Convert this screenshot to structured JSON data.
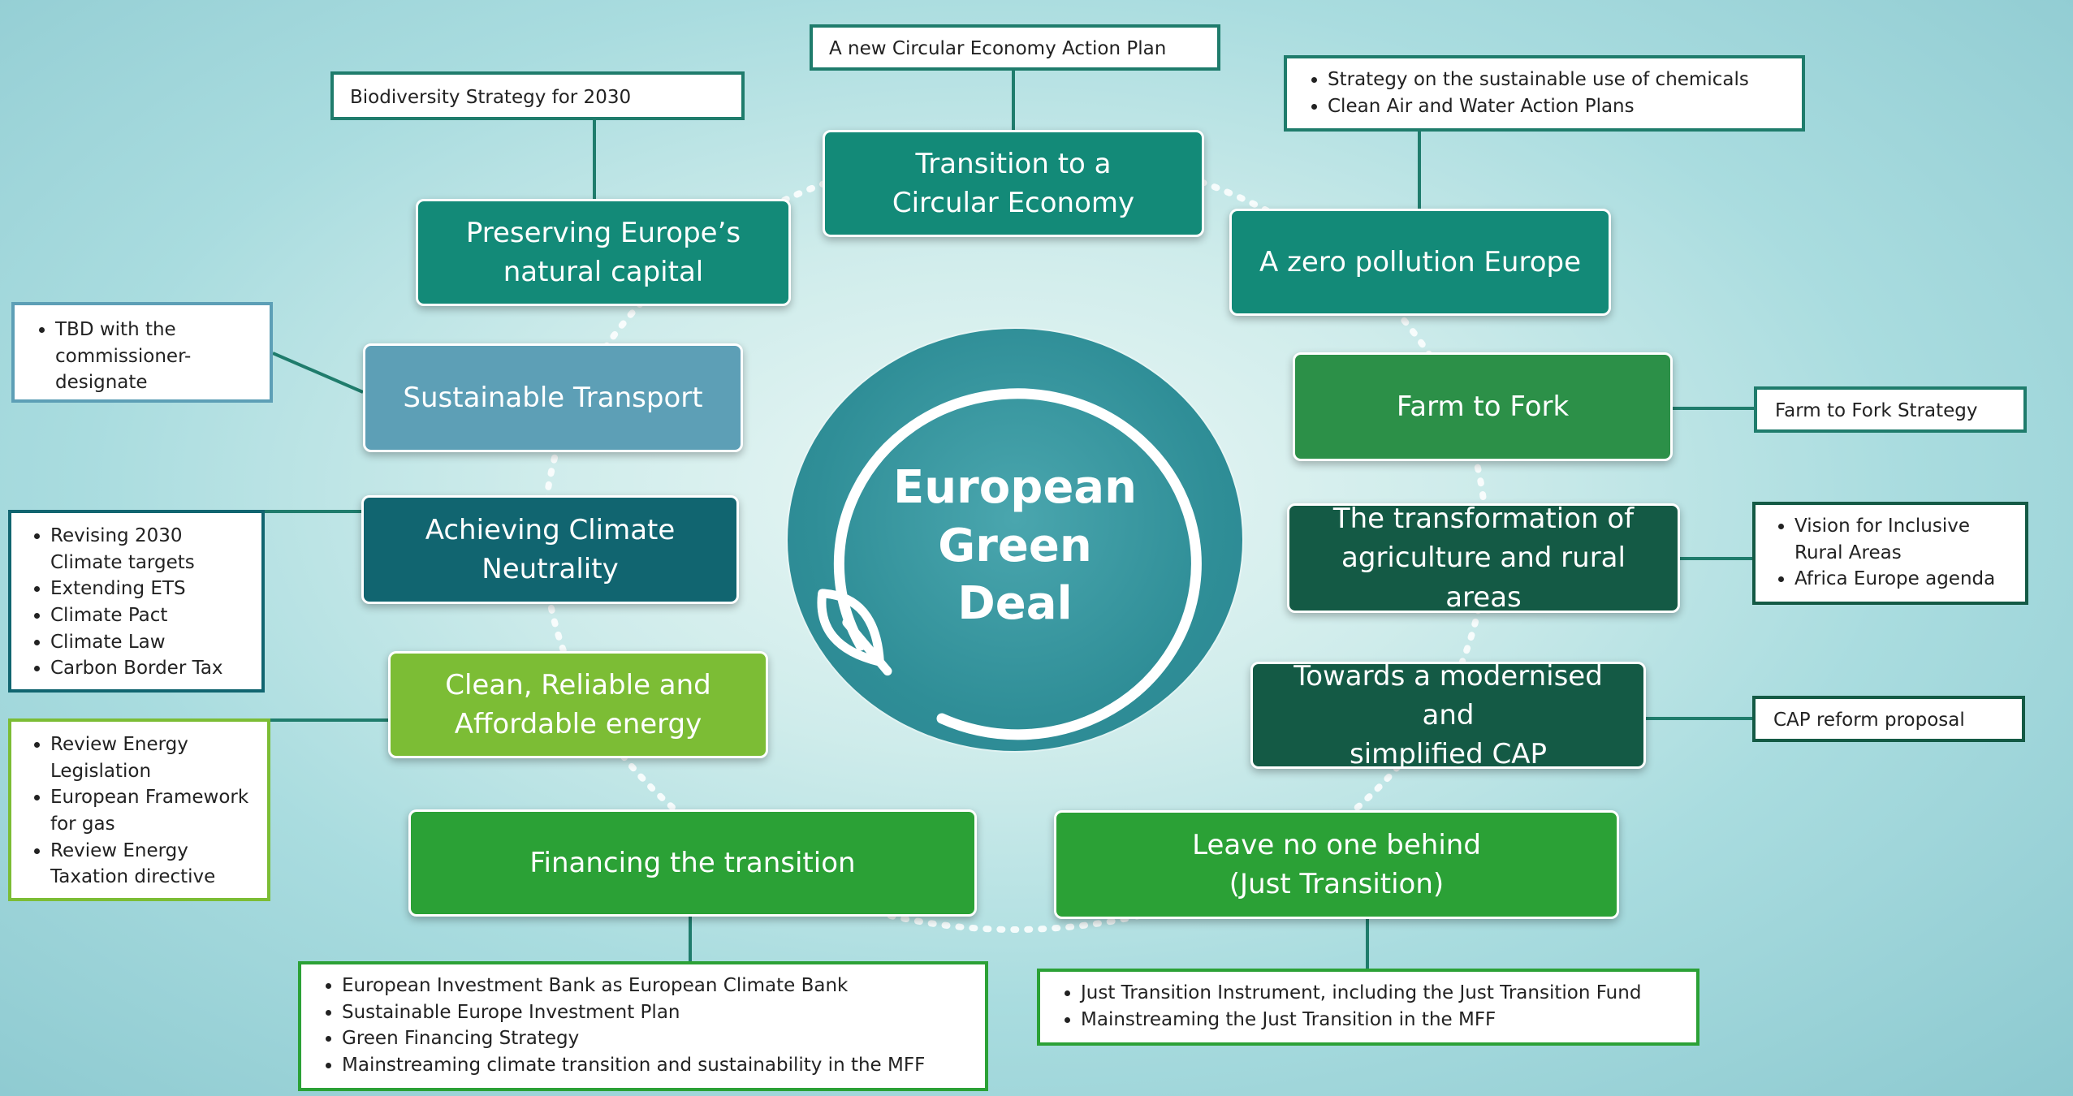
{
  "center": {
    "title_lines": [
      "European",
      "Green",
      "Deal"
    ]
  },
  "themes": {
    "circular_economy": [
      "Transition to a",
      "Circular Economy"
    ],
    "natural_capital": [
      "Preserving Europe’s",
      "natural capital"
    ],
    "zero_pollution": [
      "A zero pollution Europe"
    ],
    "sustainable_transport": [
      "Sustainable Transport"
    ],
    "farm_to_fork": [
      "Farm to Fork"
    ],
    "climate_neutrality": [
      "Achieving Climate",
      "Neutrality"
    ],
    "agriculture": [
      "The transformation of",
      "agriculture and rural areas"
    ],
    "energy": [
      "Clean, Reliable and",
      "Affordable energy"
    ],
    "cap": [
      "Towards a modernised and",
      "simplified CAP"
    ],
    "financing": [
      "Financing the transition"
    ],
    "just_transition": [
      "Leave no one behind",
      "(Just Transition)"
    ]
  },
  "notes": {
    "circular_economy": "A new Circular Economy Action Plan",
    "biodiversity": "Biodiversity Strategy for 2030",
    "zero_pollution": [
      "Strategy on the sustainable use of chemicals",
      "Clean Air and Water Action Plans"
    ],
    "transport": [
      "TBD with the commissioner-designate"
    ],
    "farm_to_fork": "Farm to Fork Strategy",
    "climate": [
      "Revising 2030 Climate targets",
      "Extending ETS",
      "Climate Pact",
      "Climate Law",
      "Carbon Border Tax"
    ],
    "agriculture": [
      "Vision for Inclusive Rural Areas",
      "Africa Europe agenda"
    ],
    "energy": [
      "Review Energy Legislation",
      "European Framework for gas",
      "Review Energy Taxation directive"
    ],
    "cap": "CAP reform proposal",
    "financing": [
      "European Investment Bank as European Climate Bank",
      "Sustainable Europe Investment Plan",
      "Green Financing Strategy",
      "Mainstreaming climate transition and sustainability in the MFF"
    ],
    "just_transition": [
      "Just Transition Instrument, including the Just Transition Fund",
      "Mainstreaming the Just Transition in the MFF"
    ]
  },
  "colors": {
    "teal": "#138a78",
    "light_blue": "#5d9fb6",
    "dark_teal": "#116570",
    "green": "#2c9048",
    "dark_green": "#145a45",
    "lime": "#7cbd35",
    "bright_green": "#2ba136",
    "hub": "#2f8e97",
    "connector": "#1f7c6c"
  }
}
